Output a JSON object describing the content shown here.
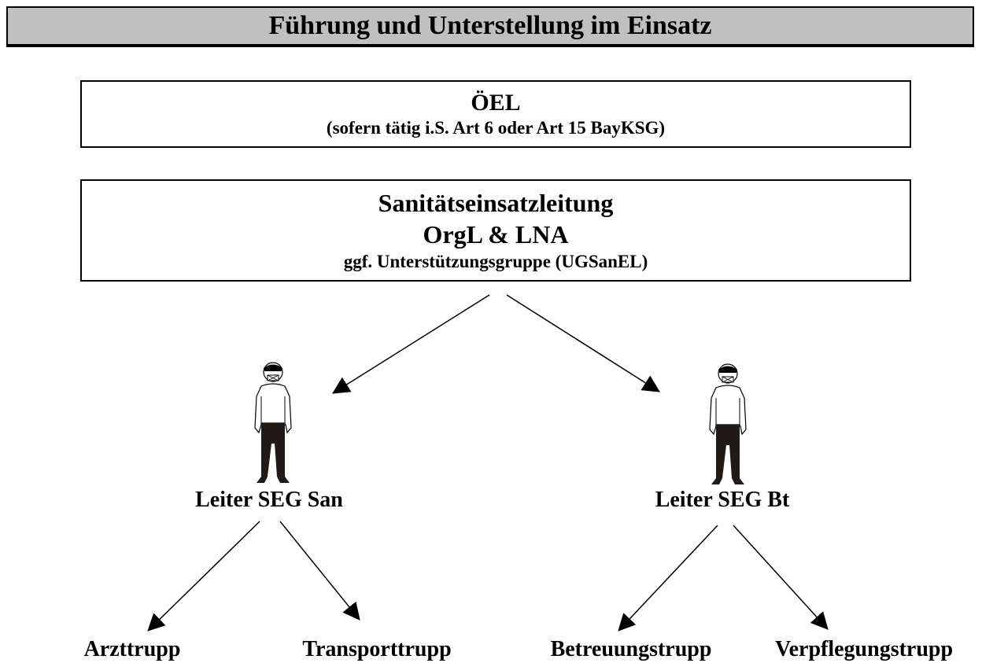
{
  "title": "Führung und Unterstellung im Einsatz",
  "oel": {
    "name": "ÖEL",
    "condition": "(sofern tätig i.S. Art 6 oder Art 15 BayKSG)"
  },
  "sanel": {
    "name": "Sanitätseinsatzleitung",
    "members": "OrgL & LNA",
    "support": "ggf. Unterstützungsgruppe (UGSanEL)"
  },
  "leaders": [
    {
      "label": "Leiter SEG San",
      "icon": "person-icon"
    },
    {
      "label": "Leiter SEG Bt",
      "icon": "person-icon"
    }
  ],
  "units": [
    {
      "label": "Arzttrupp"
    },
    {
      "label": "Transporttrupp"
    },
    {
      "label": "Betreuungstrupp"
    },
    {
      "label": "Verpflegungstrupp"
    }
  ]
}
